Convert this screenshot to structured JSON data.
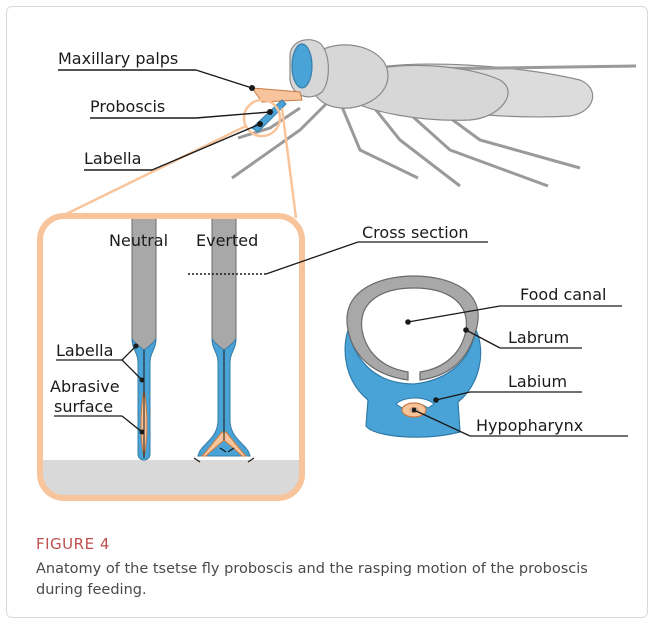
{
  "figure": {
    "label": "FIGURE 4",
    "caption": "Anatomy of the tsetse fly proboscis and the rasping motion of the proboscis during feeding."
  },
  "labels": {
    "maxillary_palps": "Maxillary palps",
    "proboscis": "Proboscis",
    "labella": "Labella",
    "neutral": "Neutral",
    "everted": "Everted",
    "cross_section": "Cross section",
    "inset_labella": "Labella",
    "abrasive_1": "Abrasive",
    "abrasive_2": "surface",
    "food_canal": "Food canal",
    "labrum": "Labrum",
    "labium": "Labium",
    "hypopharynx": "Hypopharynx"
  },
  "colors": {
    "orange": "#f8c49b",
    "orange_dark": "#e8965a",
    "blue": "#4aa3d6",
    "gray": "#a8a8a8",
    "fly_gray": "#d7d7d7",
    "floor": "#d9d9d9",
    "label_accent": "#c0504d"
  }
}
